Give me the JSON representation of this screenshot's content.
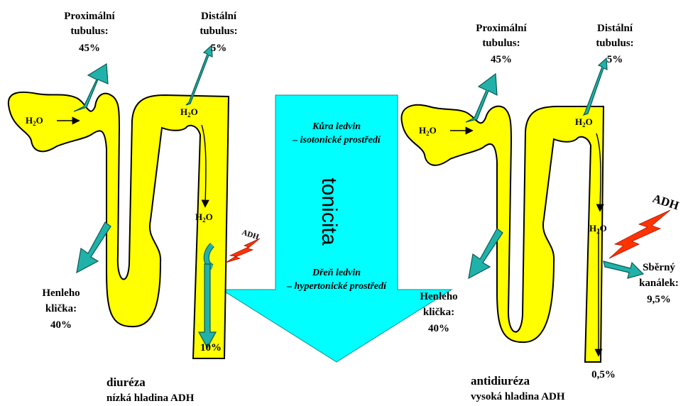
{
  "colors": {
    "tubule": "#ffff00",
    "water_arrow": "#20b2aa",
    "gradient_arrow": "#00ffff",
    "adh_bolt": "#ff3300"
  },
  "left": {
    "proximal": [
      "Proximální",
      "tubulus:",
      "45%"
    ],
    "distal": [
      "Distální",
      "tubulus:",
      "5%"
    ],
    "henle": [
      "Henleho",
      "klička:",
      "40%"
    ],
    "water_labels": [
      "H",
      "2",
      "O"
    ],
    "adh": "ADH",
    "output": "10%",
    "title": "diuréza",
    "subtitle": "nízká hladina ADH"
  },
  "center": {
    "cortex": [
      "Kůra ledvin",
      "– isotonické prostředí"
    ],
    "medulla": [
      "Dřeň ledvin",
      "– hypertonické prostředí"
    ],
    "tonicity": "tonicita"
  },
  "right": {
    "proximal": [
      "Proximální",
      "tubulus:",
      "45%"
    ],
    "distal": [
      "Distální",
      "tubulus:",
      "5%"
    ],
    "henle": [
      "Henleho",
      "klička:",
      "40%"
    ],
    "collecting": [
      "Sběrný",
      "kanálek:",
      "9,5%"
    ],
    "adh": "ADH",
    "output": "0,5%",
    "title": "antidiuréza",
    "subtitle": "vysoká hladina ADH"
  }
}
